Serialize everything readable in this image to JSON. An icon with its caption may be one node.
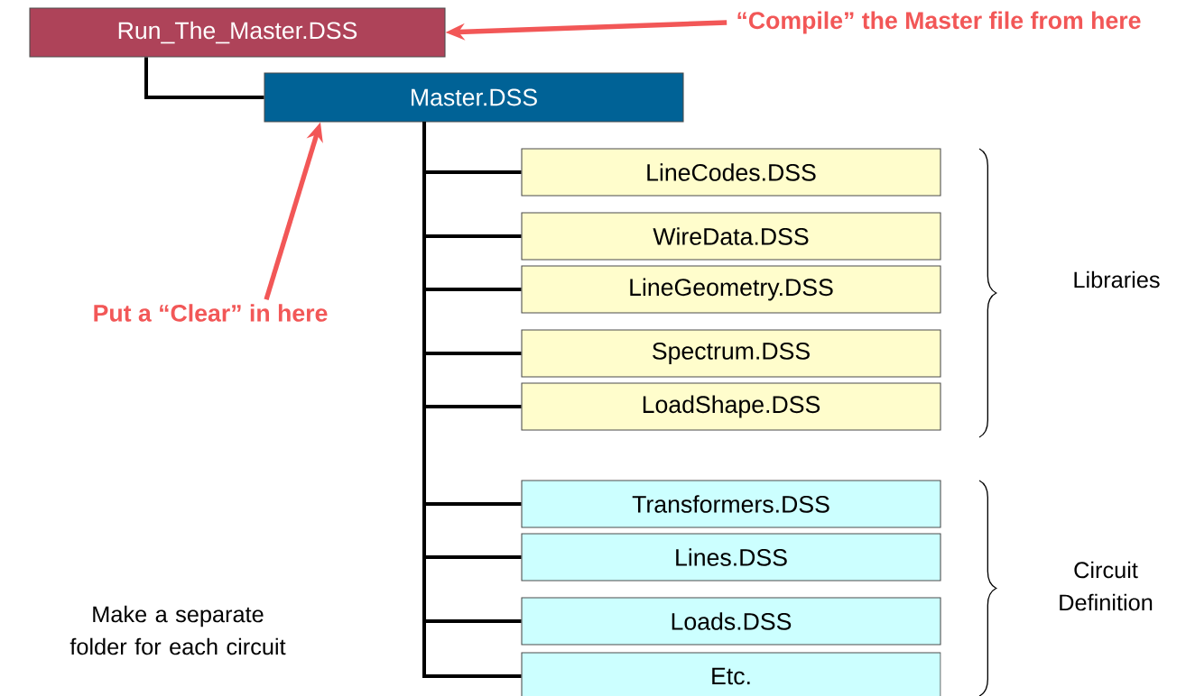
{
  "diagram": {
    "nodes": [
      {
        "text": [
          "Run_The_Master.DSS"
        ]
      },
      {
        "text": [
          "Master.DSS"
        ]
      },
      {
        "text": [
          "LineCodes.DSS"
        ]
      },
      {
        "text": [
          "WireData.DSS"
        ]
      },
      {
        "text": [
          "LineGeometry.DSS"
        ]
      },
      {
        "text": [
          "Spectrum.DSS"
        ]
      },
      {
        "text": [
          "LoadShape.DSS"
        ]
      },
      {
        "text": [
          "Transformers.DSS"
        ]
      },
      {
        "text": [
          "Lines.DSS"
        ]
      },
      {
        "text": [
          "Loads.DSS"
        ]
      },
      {
        "text": [
          "Etc."
        ]
      },
      {
        "text": [
          "“Compile” the Master file from here"
        ]
      },
      {
        "text": [
          "Put a “Clear” in here"
        ]
      }
    ],
    "edges": [
      {
        "from": 0,
        "to": 1,
        "arrow": "none"
      },
      {
        "from": 1,
        "to": 2,
        "arrow": "none"
      },
      {
        "from": 1,
        "to": 3,
        "arrow": "none"
      },
      {
        "from": 1,
        "to": 4,
        "arrow": "none"
      },
      {
        "from": 1,
        "to": 5,
        "arrow": "none"
      },
      {
        "from": 1,
        "to": 6,
        "arrow": "none"
      },
      {
        "from": 1,
        "to": 7,
        "arrow": "none"
      },
      {
        "from": 1,
        "to": 8,
        "arrow": "none"
      },
      {
        "from": 1,
        "to": 9,
        "arrow": "none"
      },
      {
        "from": 1,
        "to": 10,
        "arrow": "none"
      },
      {
        "from": 11,
        "to": 0,
        "arrow": "to",
        "color": "#f25757"
      },
      {
        "from": 12,
        "to": 1,
        "arrow": "to",
        "color": "#f25757"
      }
    ],
    "labels": [
      "Libraries",
      "Circuit Definition",
      "Make a separate folder for each circuit"
    ]
  }
}
